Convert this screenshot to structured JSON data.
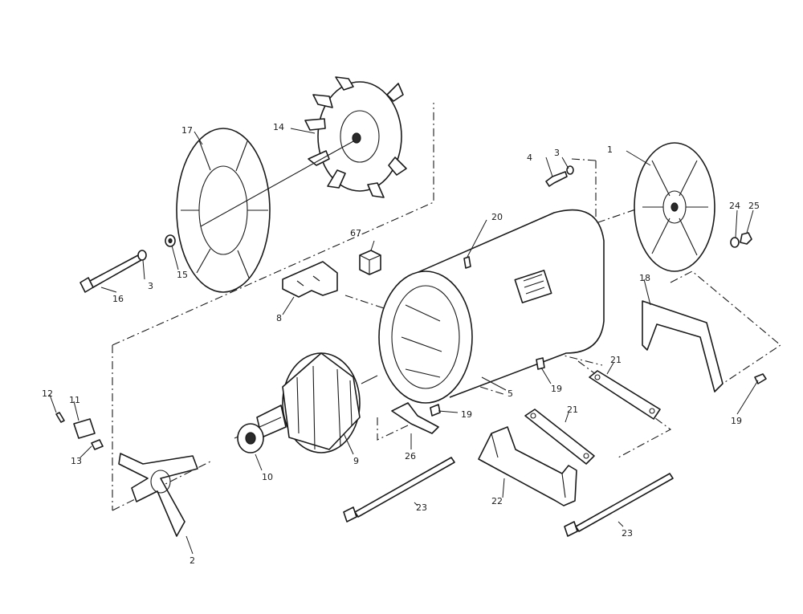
{
  "callouts": {
    "c1": "1",
    "c2": "2",
    "c3a": "3",
    "c3b": "3",
    "c4": "4",
    "c5": "5",
    "c67": "67",
    "c8": "8",
    "c9": "9",
    "c10": "10",
    "c11": "11",
    "c12": "12",
    "c13": "13",
    "c14": "14",
    "c15": "15",
    "c16": "16",
    "c17": "17",
    "c18": "18",
    "c19a": "19",
    "c19b": "19",
    "c19c": "19",
    "c20": "20",
    "c21a": "21",
    "c21b": "21",
    "c22": "22",
    "c23a": "23",
    "c23b": "23",
    "c24": "24",
    "c25": "25",
    "c26": "26"
  }
}
